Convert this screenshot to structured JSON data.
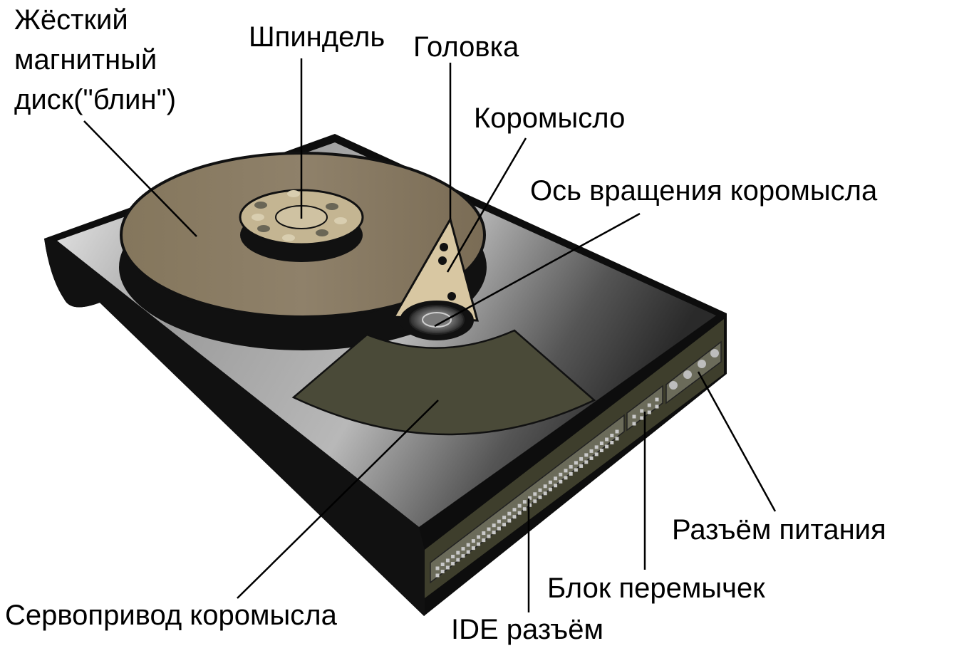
{
  "labels": {
    "platter": [
      "Жёсткий",
      "магнитный",
      "диск(\"блин\")"
    ],
    "spindle": "Шпиндель",
    "head": "Головка",
    "arm": "Коромысло",
    "pivot": "Ось вращения коромысла",
    "actuator": "Сервопривод коромысла",
    "ide": "IDE разъём",
    "jumpers": "Блок перемычек",
    "power": "Разъём питания"
  },
  "colors": {
    "platter": "#8a7c62",
    "hub": "#c4b592",
    "arm": "#d8c7a2",
    "actuator": "#4a4a38",
    "case_edge": "#0d0d0d",
    "side_panel": "#3e3e2c"
  }
}
